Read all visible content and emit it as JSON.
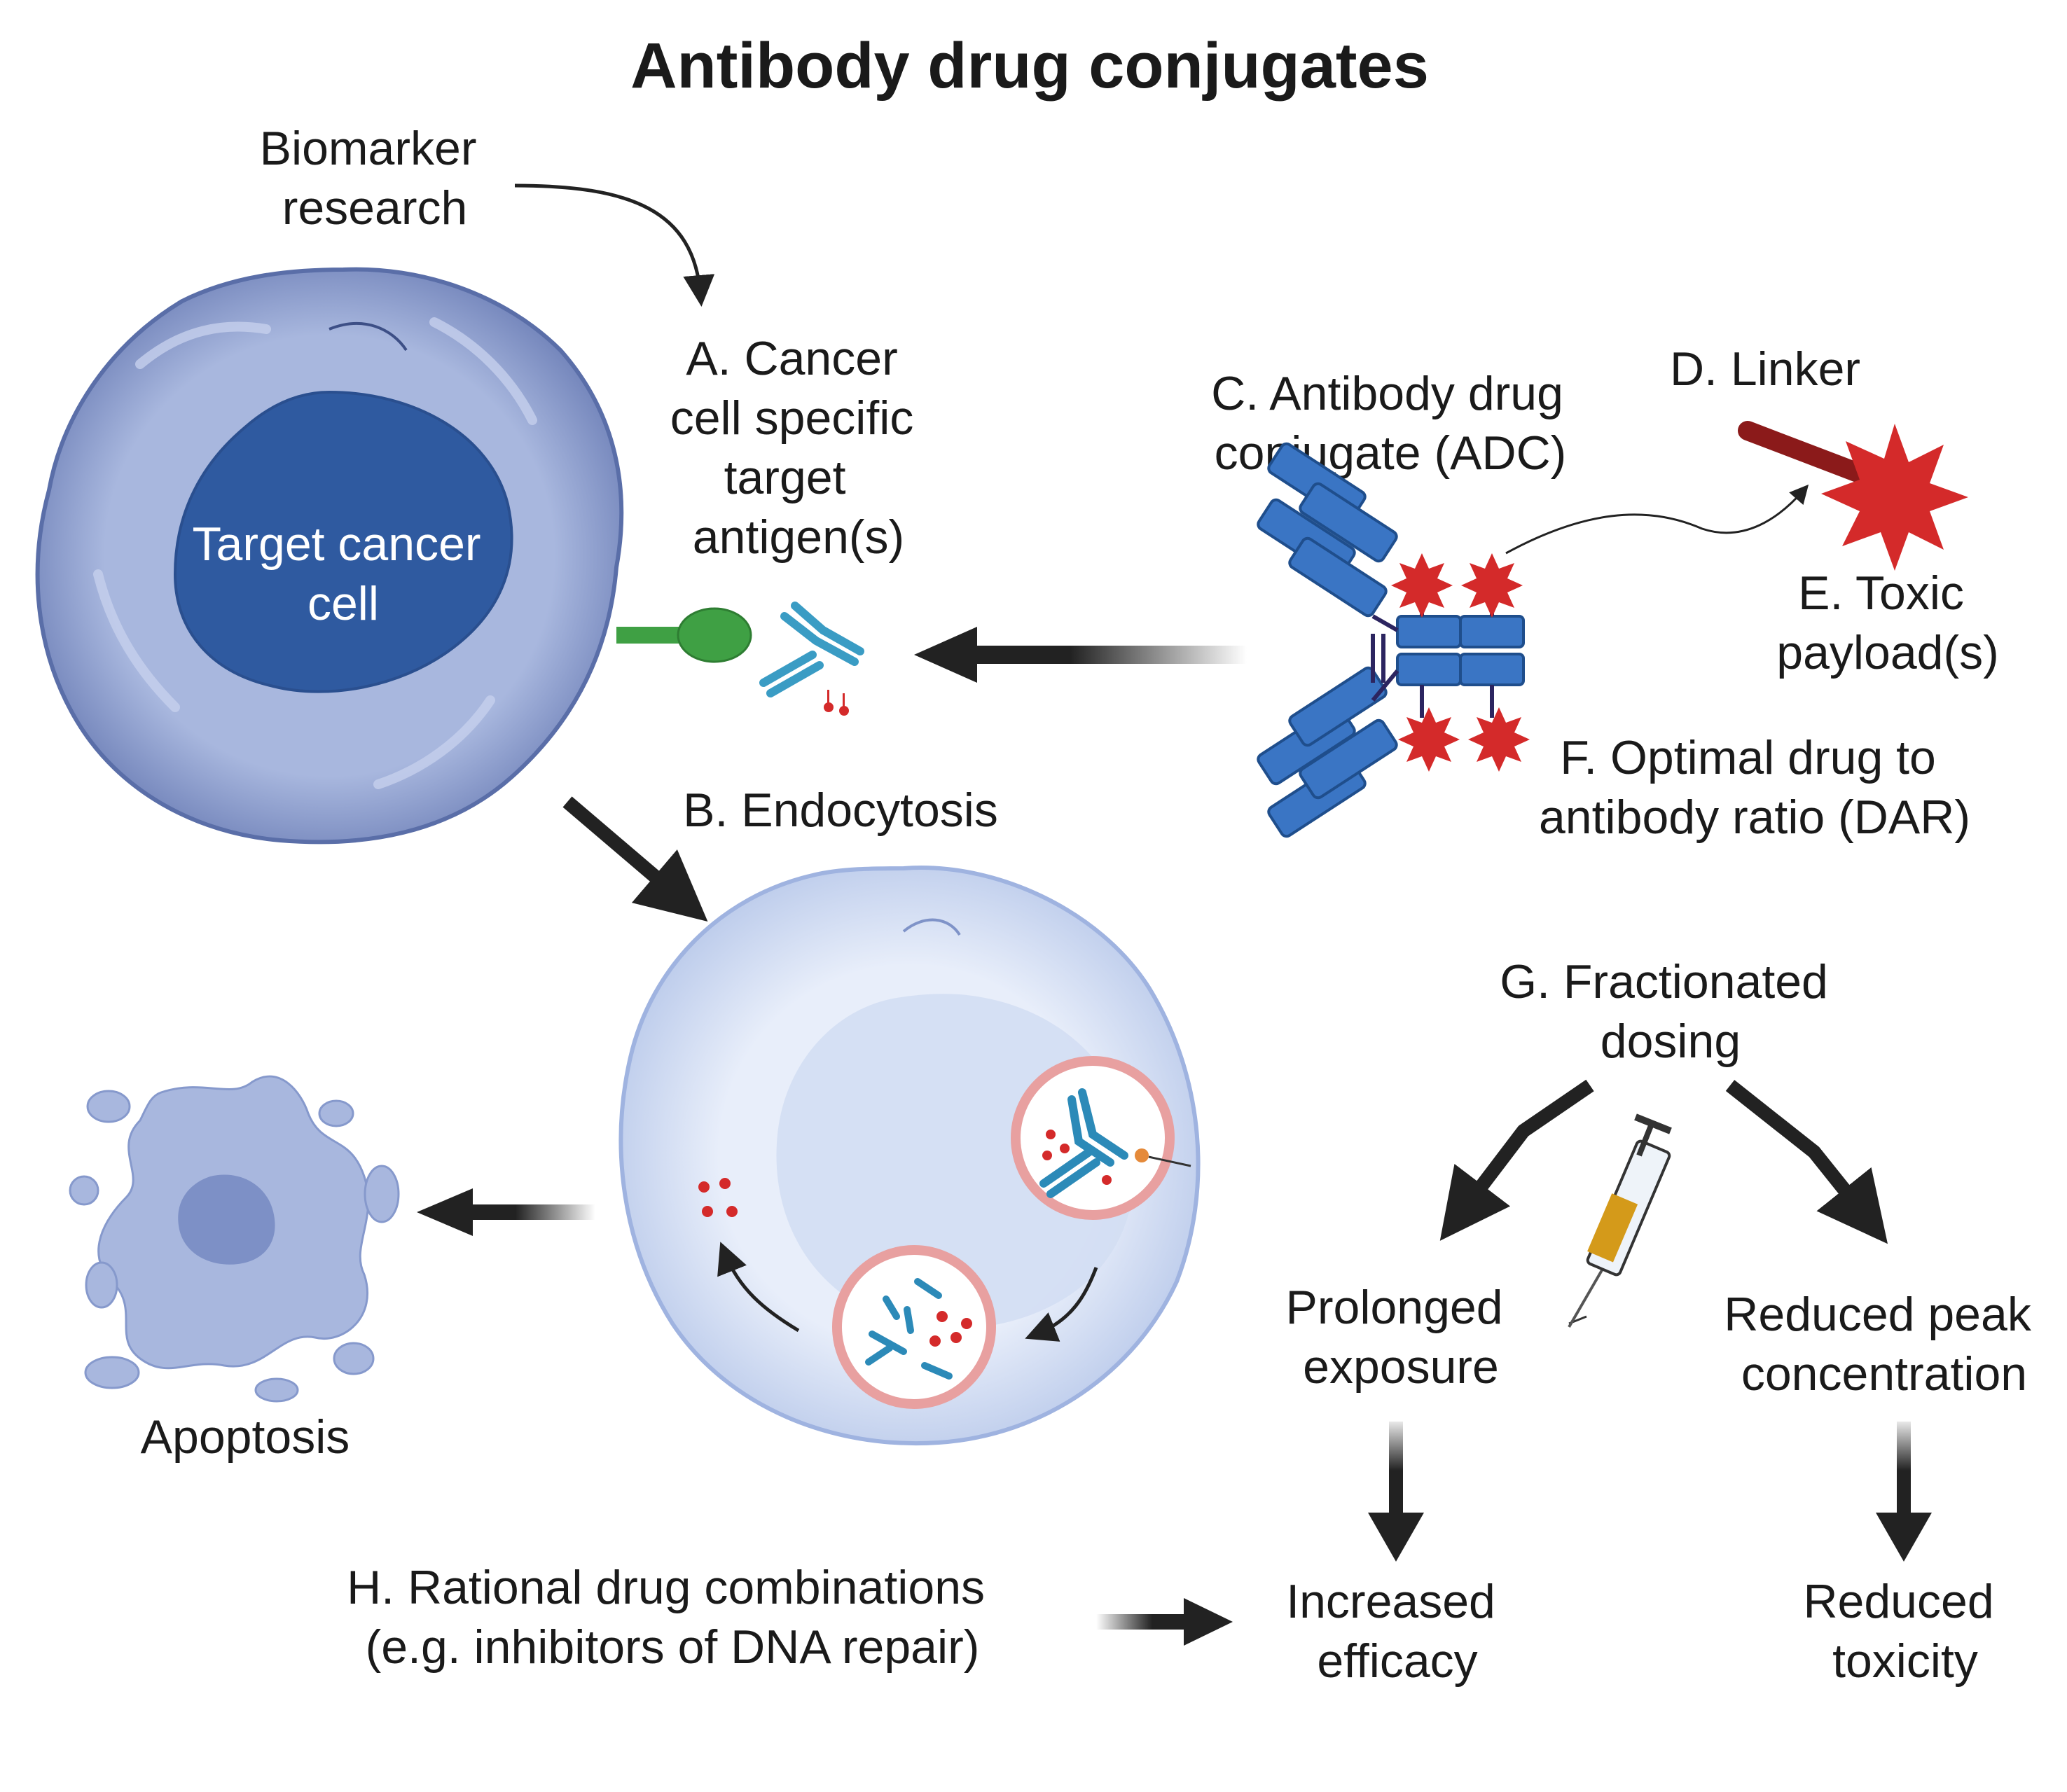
{
  "title": "Antibody drug conjugates",
  "labels": {
    "biomarker": [
      "Biomarker",
      "research"
    ],
    "target_cell": [
      "Target cancer",
      "cell"
    ],
    "antigen": [
      "A. Cancer",
      "cell specific",
      "target",
      "antigen(s)"
    ],
    "endocytosis": "B. Endocytosis",
    "adc": [
      "C. Antibody drug",
      "conjugate (ADC)"
    ],
    "linker": "D. Linker",
    "payload": [
      "E. Toxic",
      "payload(s)"
    ],
    "dar": [
      "F. Optimal drug to",
      "antibody ratio (DAR)"
    ],
    "dosing": [
      "G. Fractionated",
      "dosing"
    ],
    "prolonged": [
      "Prolonged",
      "exposure"
    ],
    "reduced_peak": [
      "Reduced peak",
      "concentration"
    ],
    "apoptosis": "Apoptosis",
    "combos": [
      "H. Rational drug combinations",
      "(e.g. inhibitors of DNA repair)"
    ],
    "efficacy": [
      "Increased",
      "efficacy"
    ],
    "toxicity": [
      "Reduced",
      "toxicity"
    ]
  },
  "colors": {
    "cancer_cell_outer": "#8a9bcb",
    "cancer_cell_nucleus": "#2f5aa0",
    "endosome_cell": "#dce6f6",
    "antigen": "#3fa044",
    "antibody": "#3a75c4",
    "payload": "#d42a2a",
    "linker": "#8b1a1a",
    "arrow": "#222222",
    "syringe_fluid": "#d49a1a"
  }
}
